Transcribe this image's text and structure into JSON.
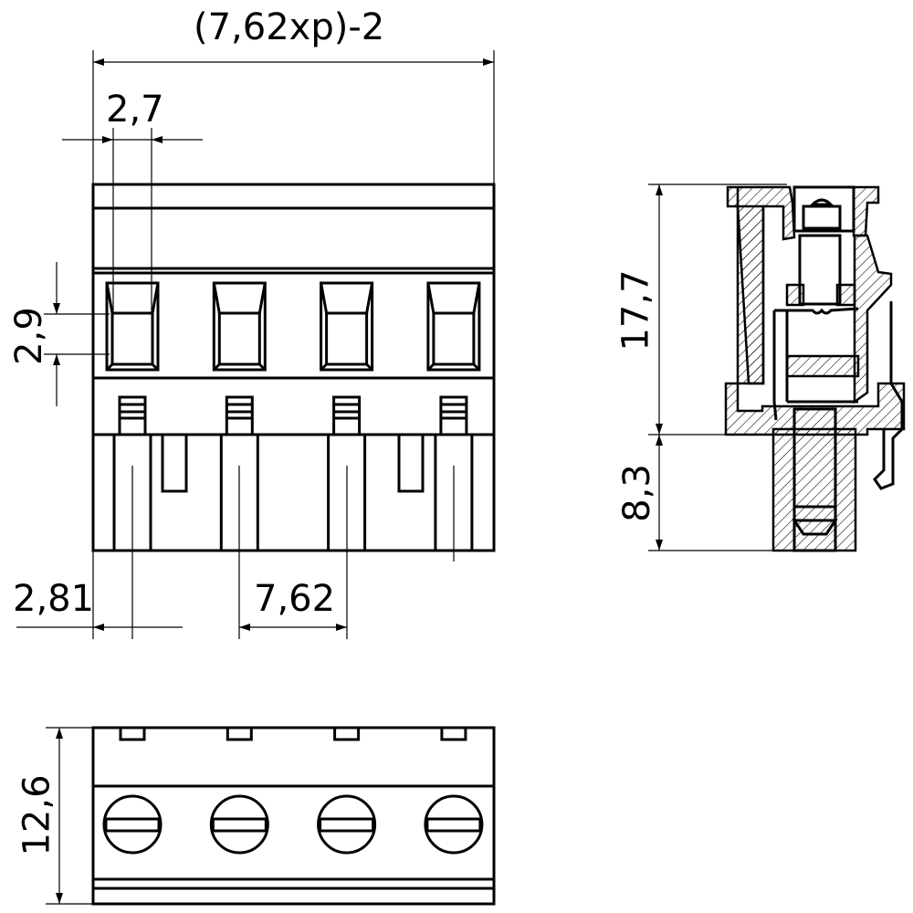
{
  "title": "Pluggable terminal block connector dimensional drawing",
  "dimensions": {
    "overall_width": "(7,62xp)-2",
    "opening_width": "2,7",
    "opening_height": "2,9",
    "edge_to_first_pin": "2,81",
    "pitch": "7,62",
    "upper_height": "17,7",
    "lower_height": "8,3",
    "depth": "12,6"
  },
  "pole_count": 4,
  "line_color": "#000000"
}
